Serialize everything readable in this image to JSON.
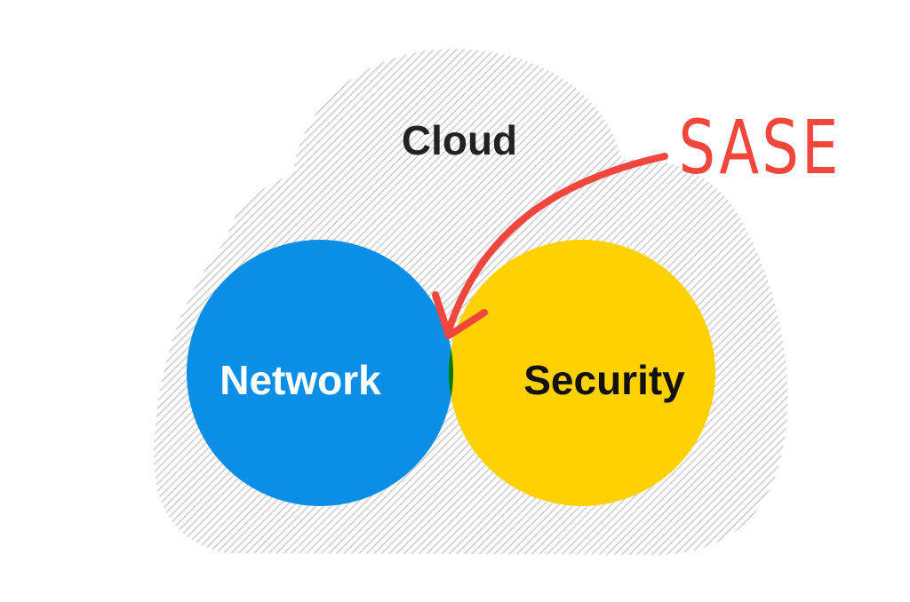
{
  "diagram": {
    "cloud": {
      "label": "Cloud",
      "text_color": "#222222",
      "hatch_color": "#bdbdbd"
    },
    "network": {
      "label": "Network",
      "fill": "#0a8ee6",
      "text_color": "#ffffff"
    },
    "security": {
      "label": "Security",
      "fill": "#ffd100",
      "text_color": "#111111"
    },
    "overlap": {
      "fill": "#007a00"
    },
    "annotation": {
      "label": "SASE",
      "color": "#f0463c"
    }
  }
}
